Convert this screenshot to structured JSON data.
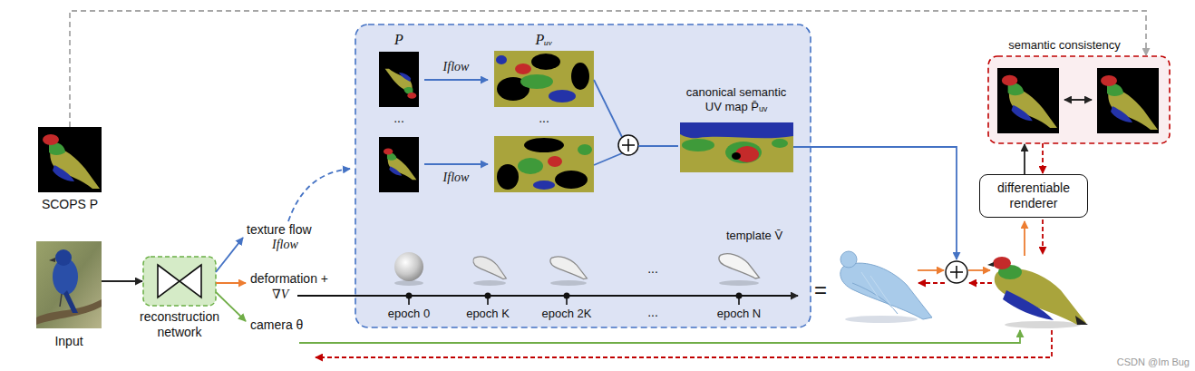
{
  "diagram": {
    "nodes": [
      {
        "text": [
          "SCOPS P"
        ]
      },
      {
        "text": [
          "Input"
        ]
      },
      {
        "text": [
          "reconstruction network"
        ]
      },
      {
        "text": [
          "P",
          "Pᵤᵥ",
          "Iflow",
          "...",
          "...",
          "Iflow",
          "canonical semantic UV map P̄ᵤᵥ",
          "template V̄",
          "...",
          "epoch 0",
          "epoch K",
          "epoch 2K",
          "...",
          "epoch N"
        ]
      },
      {
        "text": [
          "differentiable renderer"
        ]
      },
      {
        "text": [
          "semantic consistency"
        ]
      }
    ],
    "edges": [
      {
        "from": 1,
        "to": 2,
        "arrow": "to"
      },
      {
        "from": 0,
        "to": 5,
        "arrow": "to"
      },
      {
        "from": 4,
        "to": 5,
        "arrow": "to"
      },
      {
        "from": 5,
        "to": 4,
        "arrow": "to"
      }
    ],
    "labels": [
      "texture flow",
      "Iflow",
      "deformation +",
      "∇V",
      "camera θ",
      "=",
      "CSDN @Im Bug"
    ]
  }
}
